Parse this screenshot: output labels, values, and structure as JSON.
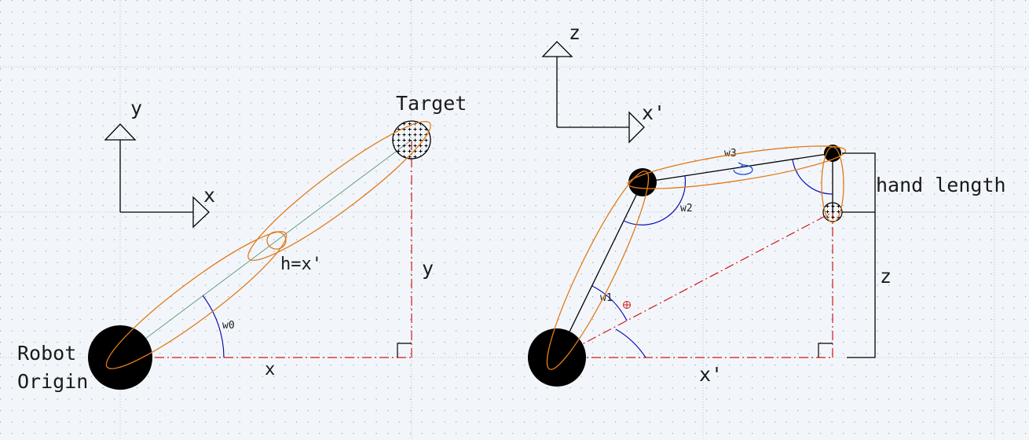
{
  "labels": {
    "robot": "Robot",
    "origin": "Origin",
    "target": "Target",
    "axis_y": "y",
    "axis_x": "x",
    "axis_z": "z",
    "axis_xp": "x'",
    "h_eq": "h=x'",
    "y_dim": "y",
    "x_dim": "x",
    "w0": "w0",
    "w1": "w1",
    "w2": "w2",
    "w3": "w3",
    "hand_length": "hand length",
    "z_dim": "z",
    "xp_dim": "x'"
  },
  "colors": {
    "background": "#f2f6fb",
    "grid_dot": "#9aa4ae",
    "grid_line": "#a6aeb8",
    "ink": "#000000",
    "ellipse": "#e07b1a",
    "dash": "#d01818",
    "arc": "#1010b0",
    "rod": "#6d9a86",
    "rotation": "#1a4fd6"
  }
}
